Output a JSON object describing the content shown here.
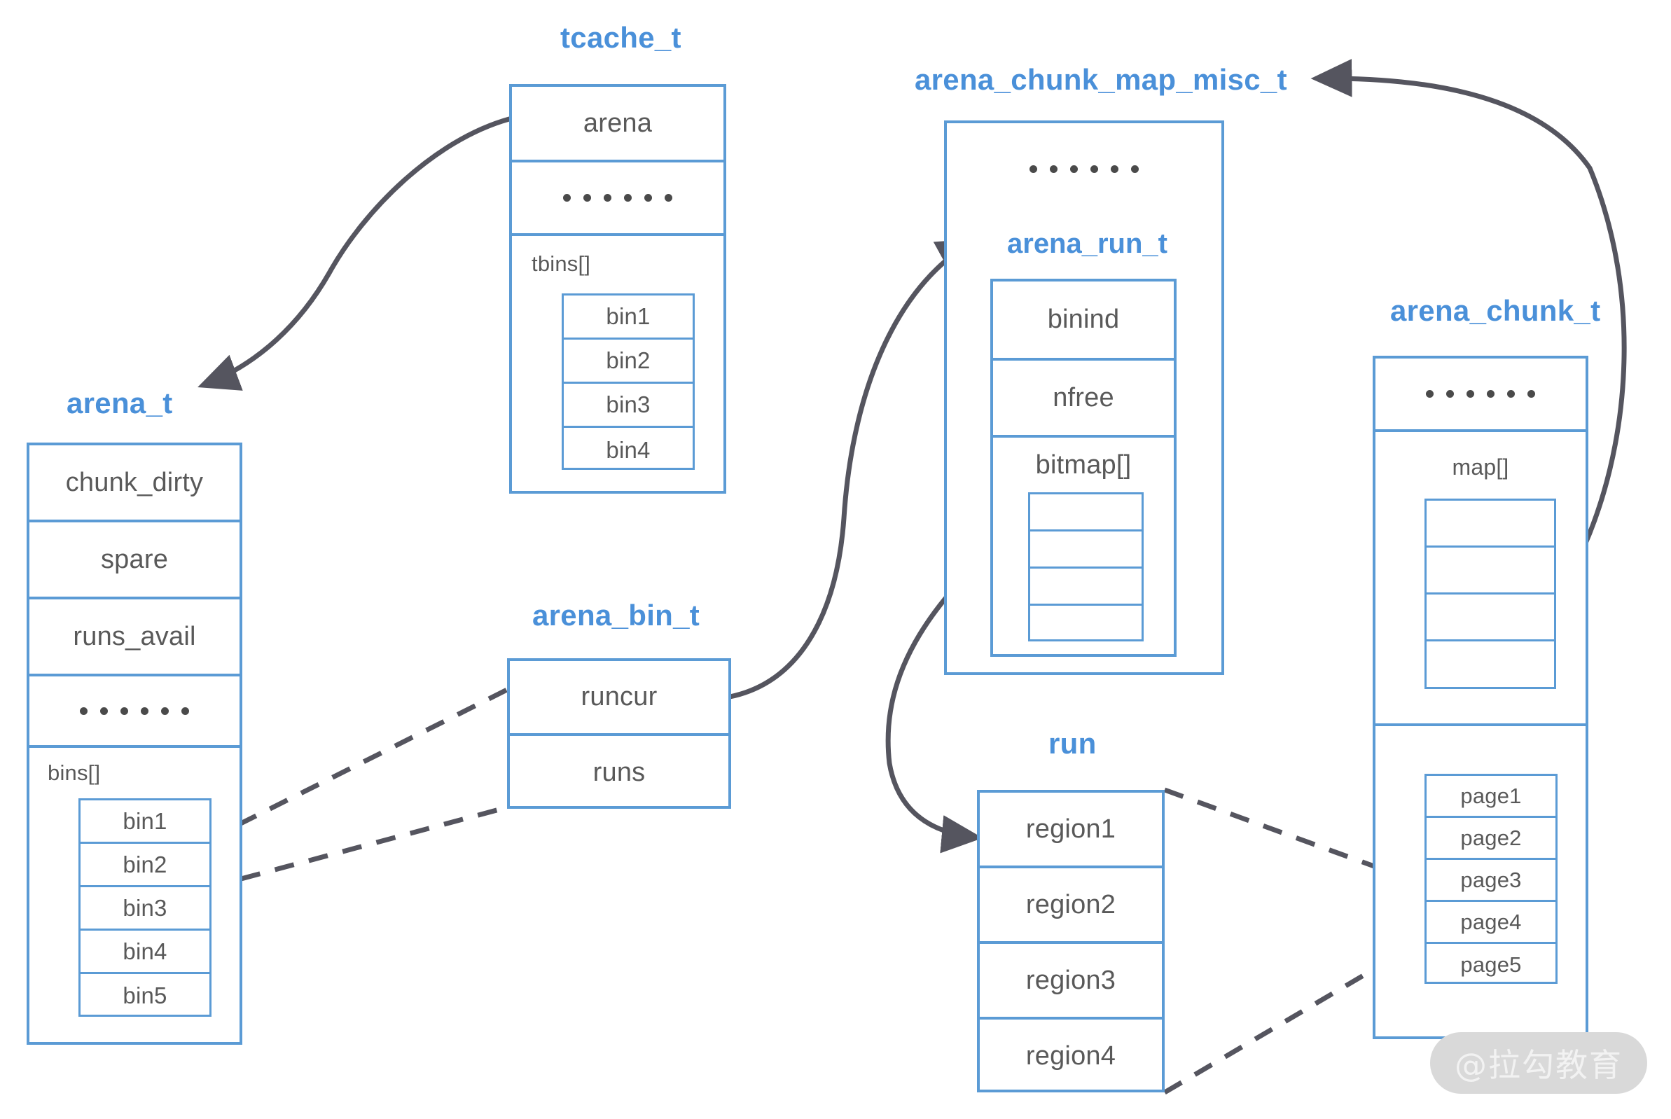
{
  "diagram": {
    "title_color": "#4a90d9",
    "box_color": "#5b9bd5",
    "text_color": "#595959",
    "arrow_color": "#4a4a55",
    "ellipsis": "••••••"
  },
  "structures": {
    "tcache_t": {
      "title": "tcache_t",
      "fields": [
        {
          "label": "arena"
        },
        {
          "label": "••••••"
        },
        {
          "label": "tbins[]"
        }
      ],
      "tbins_label": "tbins[]",
      "tbins": [
        "bin1",
        "bin2",
        "bin3",
        "bin4"
      ]
    },
    "arena_t": {
      "title": "arena_t",
      "fields": [
        {
          "label": "chunk_dirty"
        },
        {
          "label": "spare"
        },
        {
          "label": "runs_avail"
        },
        {
          "label": "••••••"
        },
        {
          "label": "bins[]"
        }
      ],
      "bins_label": "bins[]",
      "bins": [
        "bin1",
        "bin2",
        "bin3",
        "bin4",
        "bin5"
      ]
    },
    "arena_bin_t": {
      "title": "arena_bin_t",
      "fields": [
        {
          "label": "runcur"
        },
        {
          "label": "runs"
        }
      ]
    },
    "arena_chunk_map_misc_t": {
      "title": "arena_chunk_map_misc_t",
      "ellipsis": "••••••",
      "arena_run_t": {
        "title": "arena_run_t",
        "fields": [
          {
            "label": "binind"
          },
          {
            "label": "nfree"
          },
          {
            "label": "bitmap[]"
          }
        ],
        "bitmap_label": "bitmap[]",
        "bitmap_rows": [
          "",
          "",
          "",
          ""
        ]
      }
    },
    "arena_chunk_t": {
      "title": "arena_chunk_t",
      "ellipsis": "••••••",
      "map_label": "map[]",
      "map_rows": [
        "",
        "",
        "",
        ""
      ],
      "pages": [
        "page1",
        "page2",
        "page3",
        "page4",
        "page5"
      ]
    },
    "run": {
      "title": "run",
      "regions": [
        "region1",
        "region2",
        "region3",
        "region4"
      ]
    }
  },
  "watermark": {
    "text": "@拉勾教育"
  }
}
